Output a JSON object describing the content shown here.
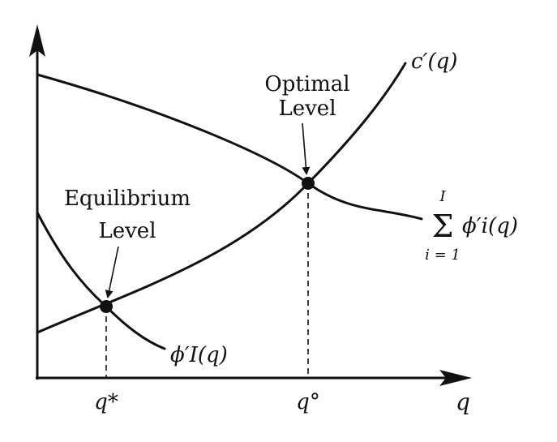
{
  "diagram": {
    "axes": {
      "x_label": "q"
    },
    "ticks": {
      "q_star": "q*",
      "q_opt": "q°"
    },
    "curves": {
      "marginal_cost": "c′(q)",
      "sum_marginal_benefit_sym": "Σ",
      "sum_top": "I",
      "sum_bottom": "i = 1",
      "sum_term": "ϕ′i(q)",
      "private_marginal_benefit": "ϕ′I(q)"
    },
    "annotations": {
      "optimal_line1": "Optimal",
      "optimal_line2": "Level",
      "equilibrium_line1": "Equilibrium",
      "equilibrium_line2": "Level"
    }
  }
}
